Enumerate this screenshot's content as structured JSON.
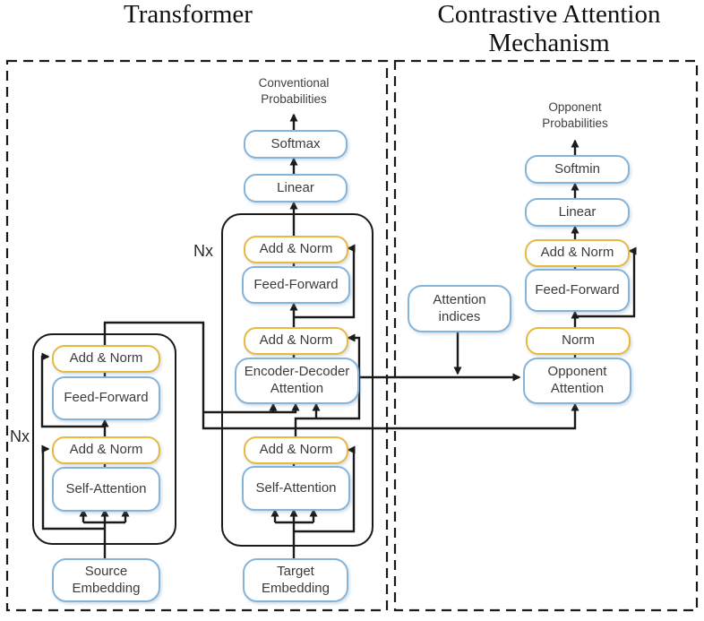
{
  "titles": {
    "left": "Transformer",
    "right_line1": "Contrastive Attention",
    "right_line2": "Mechanism"
  },
  "colors": {
    "blue_border": "#85b4da",
    "yellow_border": "#e8b93c",
    "line": "#1a1a1a",
    "text": "#3b3b3b",
    "title_text": "#111111"
  },
  "encoder": {
    "nx": "Nx",
    "add_norm_top": "Add & Norm",
    "feed_forward": "Feed-Forward",
    "add_norm_bottom": "Add & Norm",
    "self_attention": "Self-Attention",
    "source_embedding_line1": "Source",
    "source_embedding_line2": "Embedding"
  },
  "decoder": {
    "nx": "Nx",
    "output_label_line1": "Conventional",
    "output_label_line2": "Probabilities",
    "softmax": "Softmax",
    "linear": "Linear",
    "add_norm_top": "Add & Norm",
    "feed_forward": "Feed-Forward",
    "add_norm_mid": "Add & Norm",
    "enc_dec_attention_line1": "Encoder-Decoder",
    "enc_dec_attention_line2": "Attention",
    "add_norm_bottom": "Add & Norm",
    "self_attention": "Self-Attention",
    "target_embedding_line1": "Target",
    "target_embedding_line2": "Embedding"
  },
  "contrastive": {
    "output_label_line1": "Opponent",
    "output_label_line2": "Probabilities",
    "softmin": "Softmin",
    "linear": "Linear",
    "add_norm": "Add & Norm",
    "feed_forward": "Feed-Forward",
    "norm": "Norm",
    "opponent_attention_line1": "Opponent",
    "opponent_attention_line2": "Attention",
    "attention_indices_line1": "Attention",
    "attention_indices_line2": "indices"
  }
}
